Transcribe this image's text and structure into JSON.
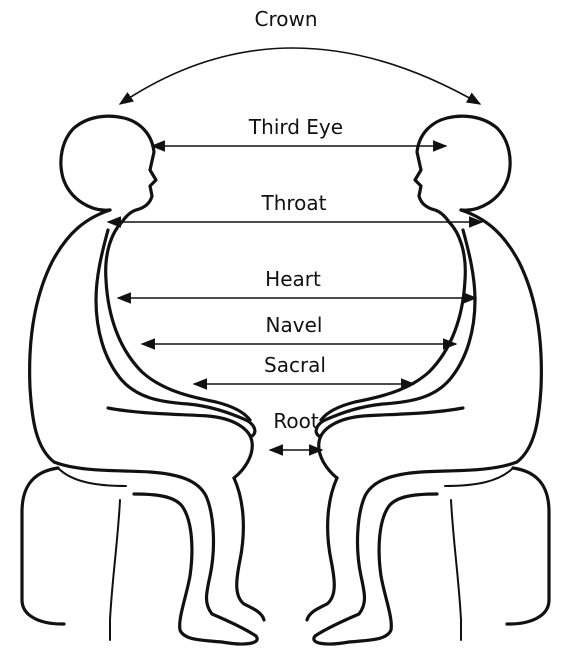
{
  "labels": {
    "crown": "Crown",
    "third_eye": "Third Eye",
    "throat": "Throat",
    "heart": "Heart",
    "navel": "Navel",
    "sacral": "Sacral",
    "root": "Root"
  },
  "colors": {
    "ink": "#111111",
    "background": "#ffffff"
  }
}
